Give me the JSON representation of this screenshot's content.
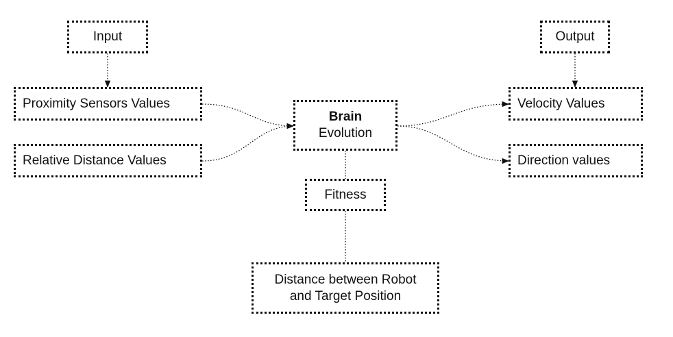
{
  "nodes": {
    "input": {
      "label": "Input"
    },
    "output": {
      "label": "Output"
    },
    "proximity": {
      "label": "Proximity Sensors Values"
    },
    "relative": {
      "label": "Relative Distance Values"
    },
    "brain": {
      "title": "Brain",
      "subtitle": "Evolution"
    },
    "velocity": {
      "label": "Velocity Values"
    },
    "direction": {
      "label": "Direction values"
    },
    "fitness": {
      "label": "Fitness"
    },
    "distance": {
      "line1": "Distance between Robot",
      "line2": "and Target Position"
    }
  },
  "edges": [
    {
      "from": "input",
      "to": "proximity",
      "arrow": true
    },
    {
      "from": "output",
      "to": "velocity",
      "arrow": true
    },
    {
      "from": "proximity",
      "to": "brain",
      "arrow": true
    },
    {
      "from": "relative",
      "to": "brain",
      "arrow": true
    },
    {
      "from": "brain",
      "to": "velocity",
      "arrow": true
    },
    {
      "from": "brain",
      "to": "direction",
      "arrow": true
    },
    {
      "from": "brain",
      "to": "fitness",
      "arrow": false
    },
    {
      "from": "fitness",
      "to": "distance",
      "arrow": false
    }
  ],
  "colors": {
    "stroke": "#111111",
    "background": "#ffffff"
  }
}
